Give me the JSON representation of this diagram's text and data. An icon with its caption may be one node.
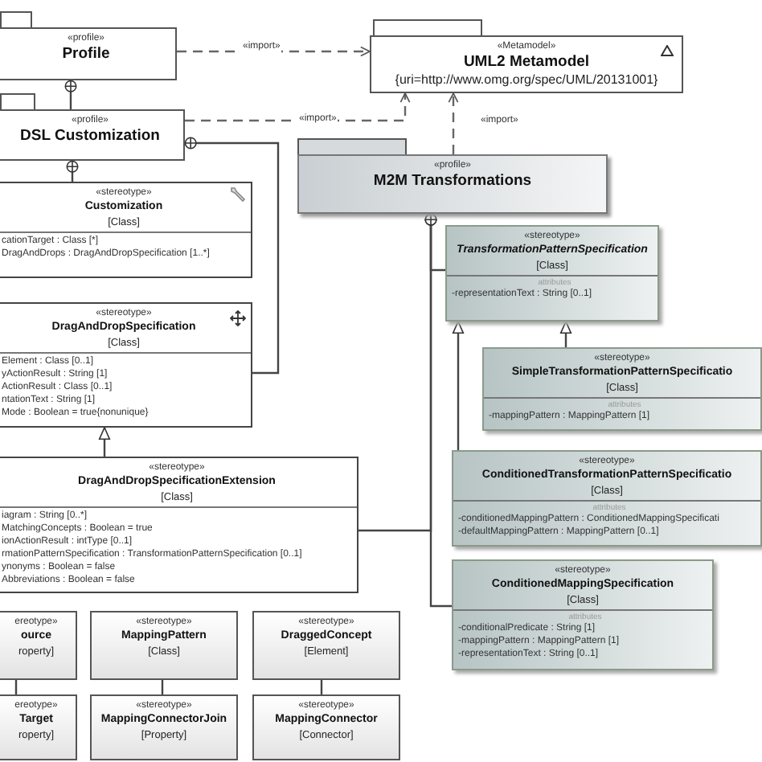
{
  "diagram": {
    "nodes": [
      {
        "text": [
          "«profile»",
          "Profile"
        ]
      },
      {
        "text": [
          "«Metamodel»",
          "UML2 Metamodel",
          "{uri=http://www.omg.org/spec/UML/20131001}"
        ]
      },
      {
        "text": [
          "«profile»",
          "DSL Customization"
        ]
      },
      {
        "text": [
          "«profile»",
          "M2M Transformations"
        ]
      },
      {
        "text": [
          "«stereotype»",
          "Customization",
          "[Class]",
          "cationTarget : Class [*]",
          "DragAndDrops : DragAndDropSpecification [1..*]"
        ]
      },
      {
        "text": [
          "«stereotype»",
          "DragAndDropSpecification",
          "[Class]",
          "Element : Class [0..1]",
          "yActionResult : String [1]",
          "ActionResult : Class [0..1]",
          "ntationText : String [1]",
          "Mode : Boolean = true{nonunique}"
        ]
      },
      {
        "text": [
          "«stereotype»",
          "DragAndDropSpecificationExtension",
          "[Class]",
          "iagram : String [0..*]",
          "MatchingConcepts : Boolean = true",
          "ionActionResult : intType [0..1]",
          "rmationPatternSpecification : TransformationPatternSpecification [0..1]",
          "ynonyms : Boolean = false",
          "Abbreviations : Boolean = false"
        ]
      },
      {
        "text": [
          "ereotype»",
          "ource",
          "roperty]"
        ]
      },
      {
        "text": [
          "«stereotype»",
          "MappingPattern",
          "[Class]"
        ]
      },
      {
        "text": [
          "«stereotype»",
          "DraggedConcept",
          "[Element]"
        ]
      },
      {
        "text": [
          "ereotype»",
          "Target",
          "roperty]"
        ]
      },
      {
        "text": [
          "«stereotype»",
          "MappingConnectorJoin",
          "[Property]"
        ]
      },
      {
        "text": [
          "«stereotype»",
          "MappingConnector",
          "[Connector]"
        ]
      },
      {
        "text": [
          "«stereotype»",
          "TransformationPatternSpecification",
          "[Class]",
          "attributes",
          "-representationText : String [0..1]"
        ]
      },
      {
        "text": [
          "«stereotype»",
          "SimpleTransformationPatternSpecificatio",
          "[Class]",
          "attributes",
          "-mappingPattern : MappingPattern [1]"
        ]
      },
      {
        "text": [
          "«stereotype»",
          "ConditionedTransformationPatternSpecificatio",
          "[Class]",
          "attributes",
          "-conditionedMappingPattern : ConditionedMappingSpecificati",
          "-defaultMappingPattern : MappingPattern [0..1]"
        ]
      },
      {
        "text": [
          "«stereotype»",
          "ConditionedMappingSpecification",
          "[Class]",
          "attributes",
          "-conditionalPredicate : String [1]",
          "-mappingPattern : MappingPattern [1]",
          "-representationText : String [0..1]"
        ]
      }
    ],
    "edges": [
      {
        "from": 0,
        "to": 1,
        "arrow": "to",
        "label": "«import»",
        "style": "dashed"
      },
      {
        "from": 2,
        "to": 1,
        "arrow": "to",
        "label": "«import»",
        "style": "dashed"
      },
      {
        "from": 3,
        "to": 1,
        "arrow": "to",
        "label": "«import»",
        "style": "dashed"
      },
      {
        "from": 0,
        "to": 2,
        "arrow": "other"
      },
      {
        "from": 2,
        "to": 4,
        "arrow": "other"
      },
      {
        "from": 2,
        "to": 5,
        "arrow": "other"
      },
      {
        "from": 6,
        "to": 5,
        "arrow": "to"
      },
      {
        "from": 3,
        "to": 13,
        "arrow": "other"
      },
      {
        "from": 3,
        "to": 6,
        "arrow": "other"
      },
      {
        "from": 3,
        "to": 16,
        "arrow": "other"
      },
      {
        "from": 14,
        "to": 13,
        "arrow": "to"
      },
      {
        "from": 15,
        "to": 13,
        "arrow": "to"
      },
      {
        "from": 7,
        "to": 10,
        "arrow": "none"
      },
      {
        "from": 8,
        "to": 11,
        "arrow": "none"
      },
      {
        "from": 9,
        "to": 12,
        "arrow": "none"
      }
    ]
  }
}
